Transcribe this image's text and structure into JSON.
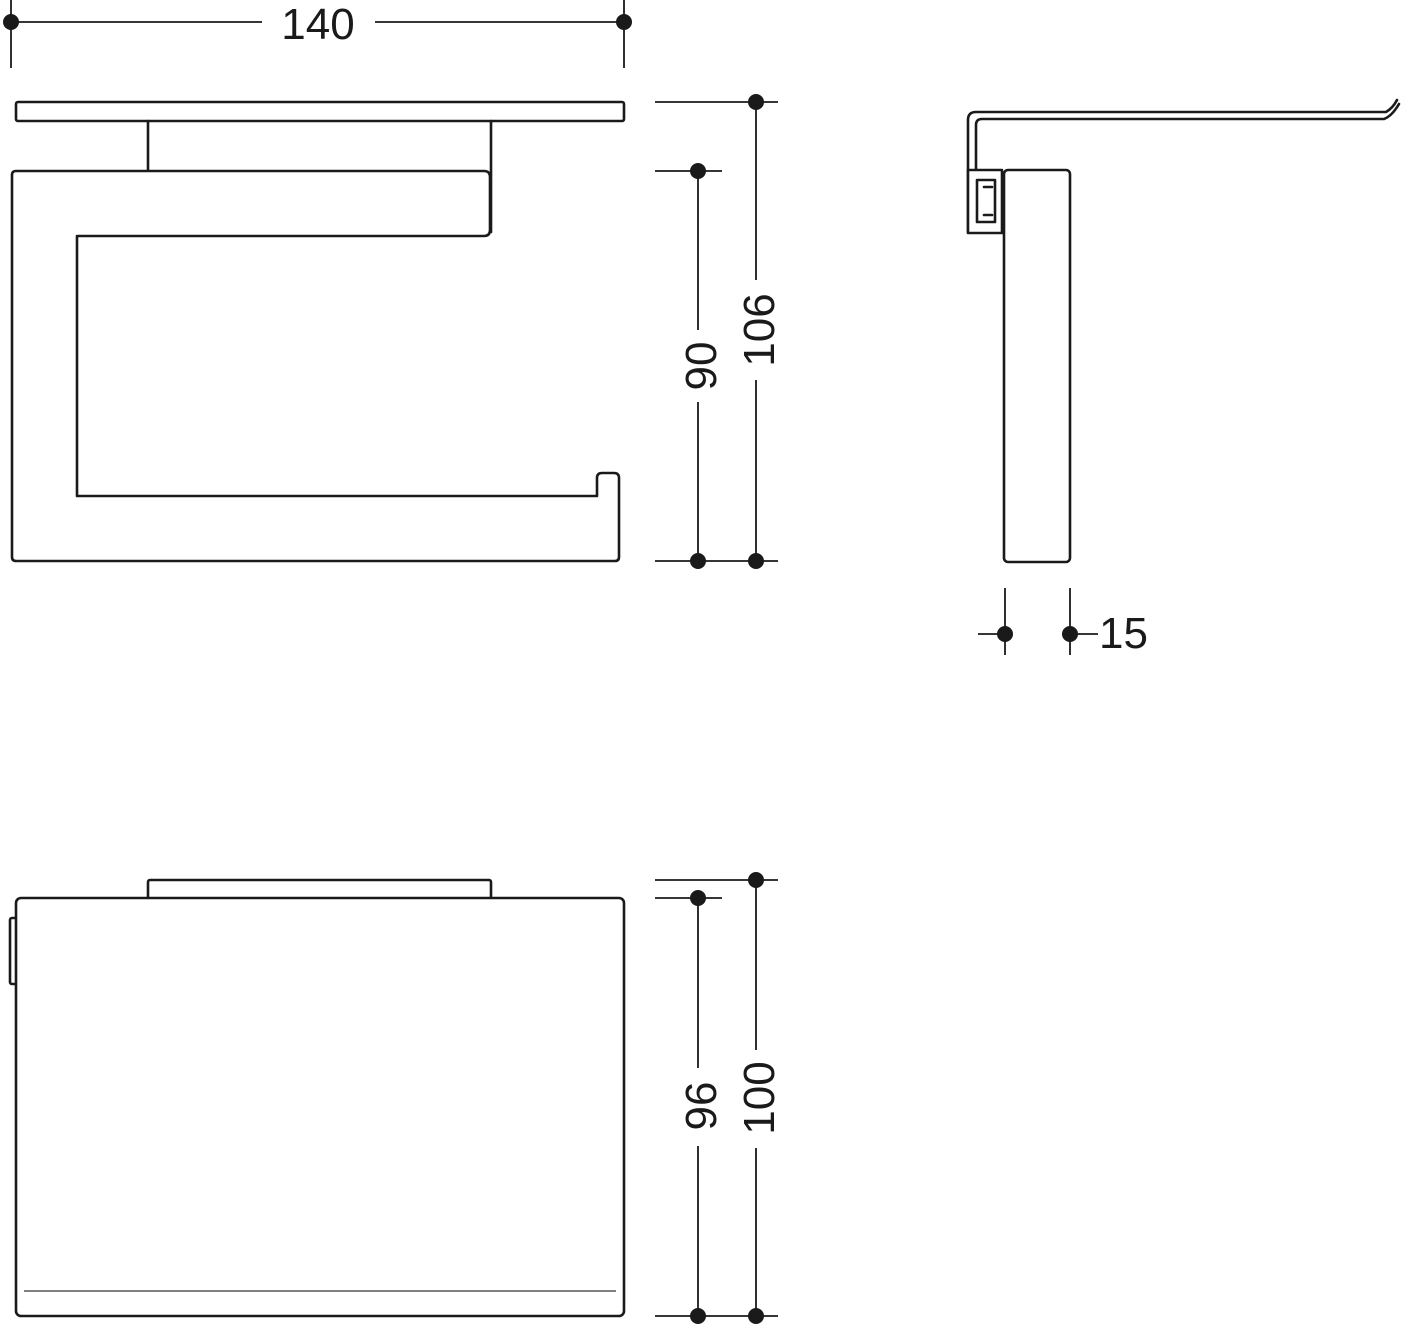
{
  "dimensions": {
    "front_width": "140",
    "front_inner_height": "90",
    "front_total_height": "106",
    "side_depth": "15",
    "top_inner_height": "96",
    "top_total_height": "100"
  },
  "colors": {
    "line": "#1a1a1a",
    "background": "#ffffff"
  }
}
